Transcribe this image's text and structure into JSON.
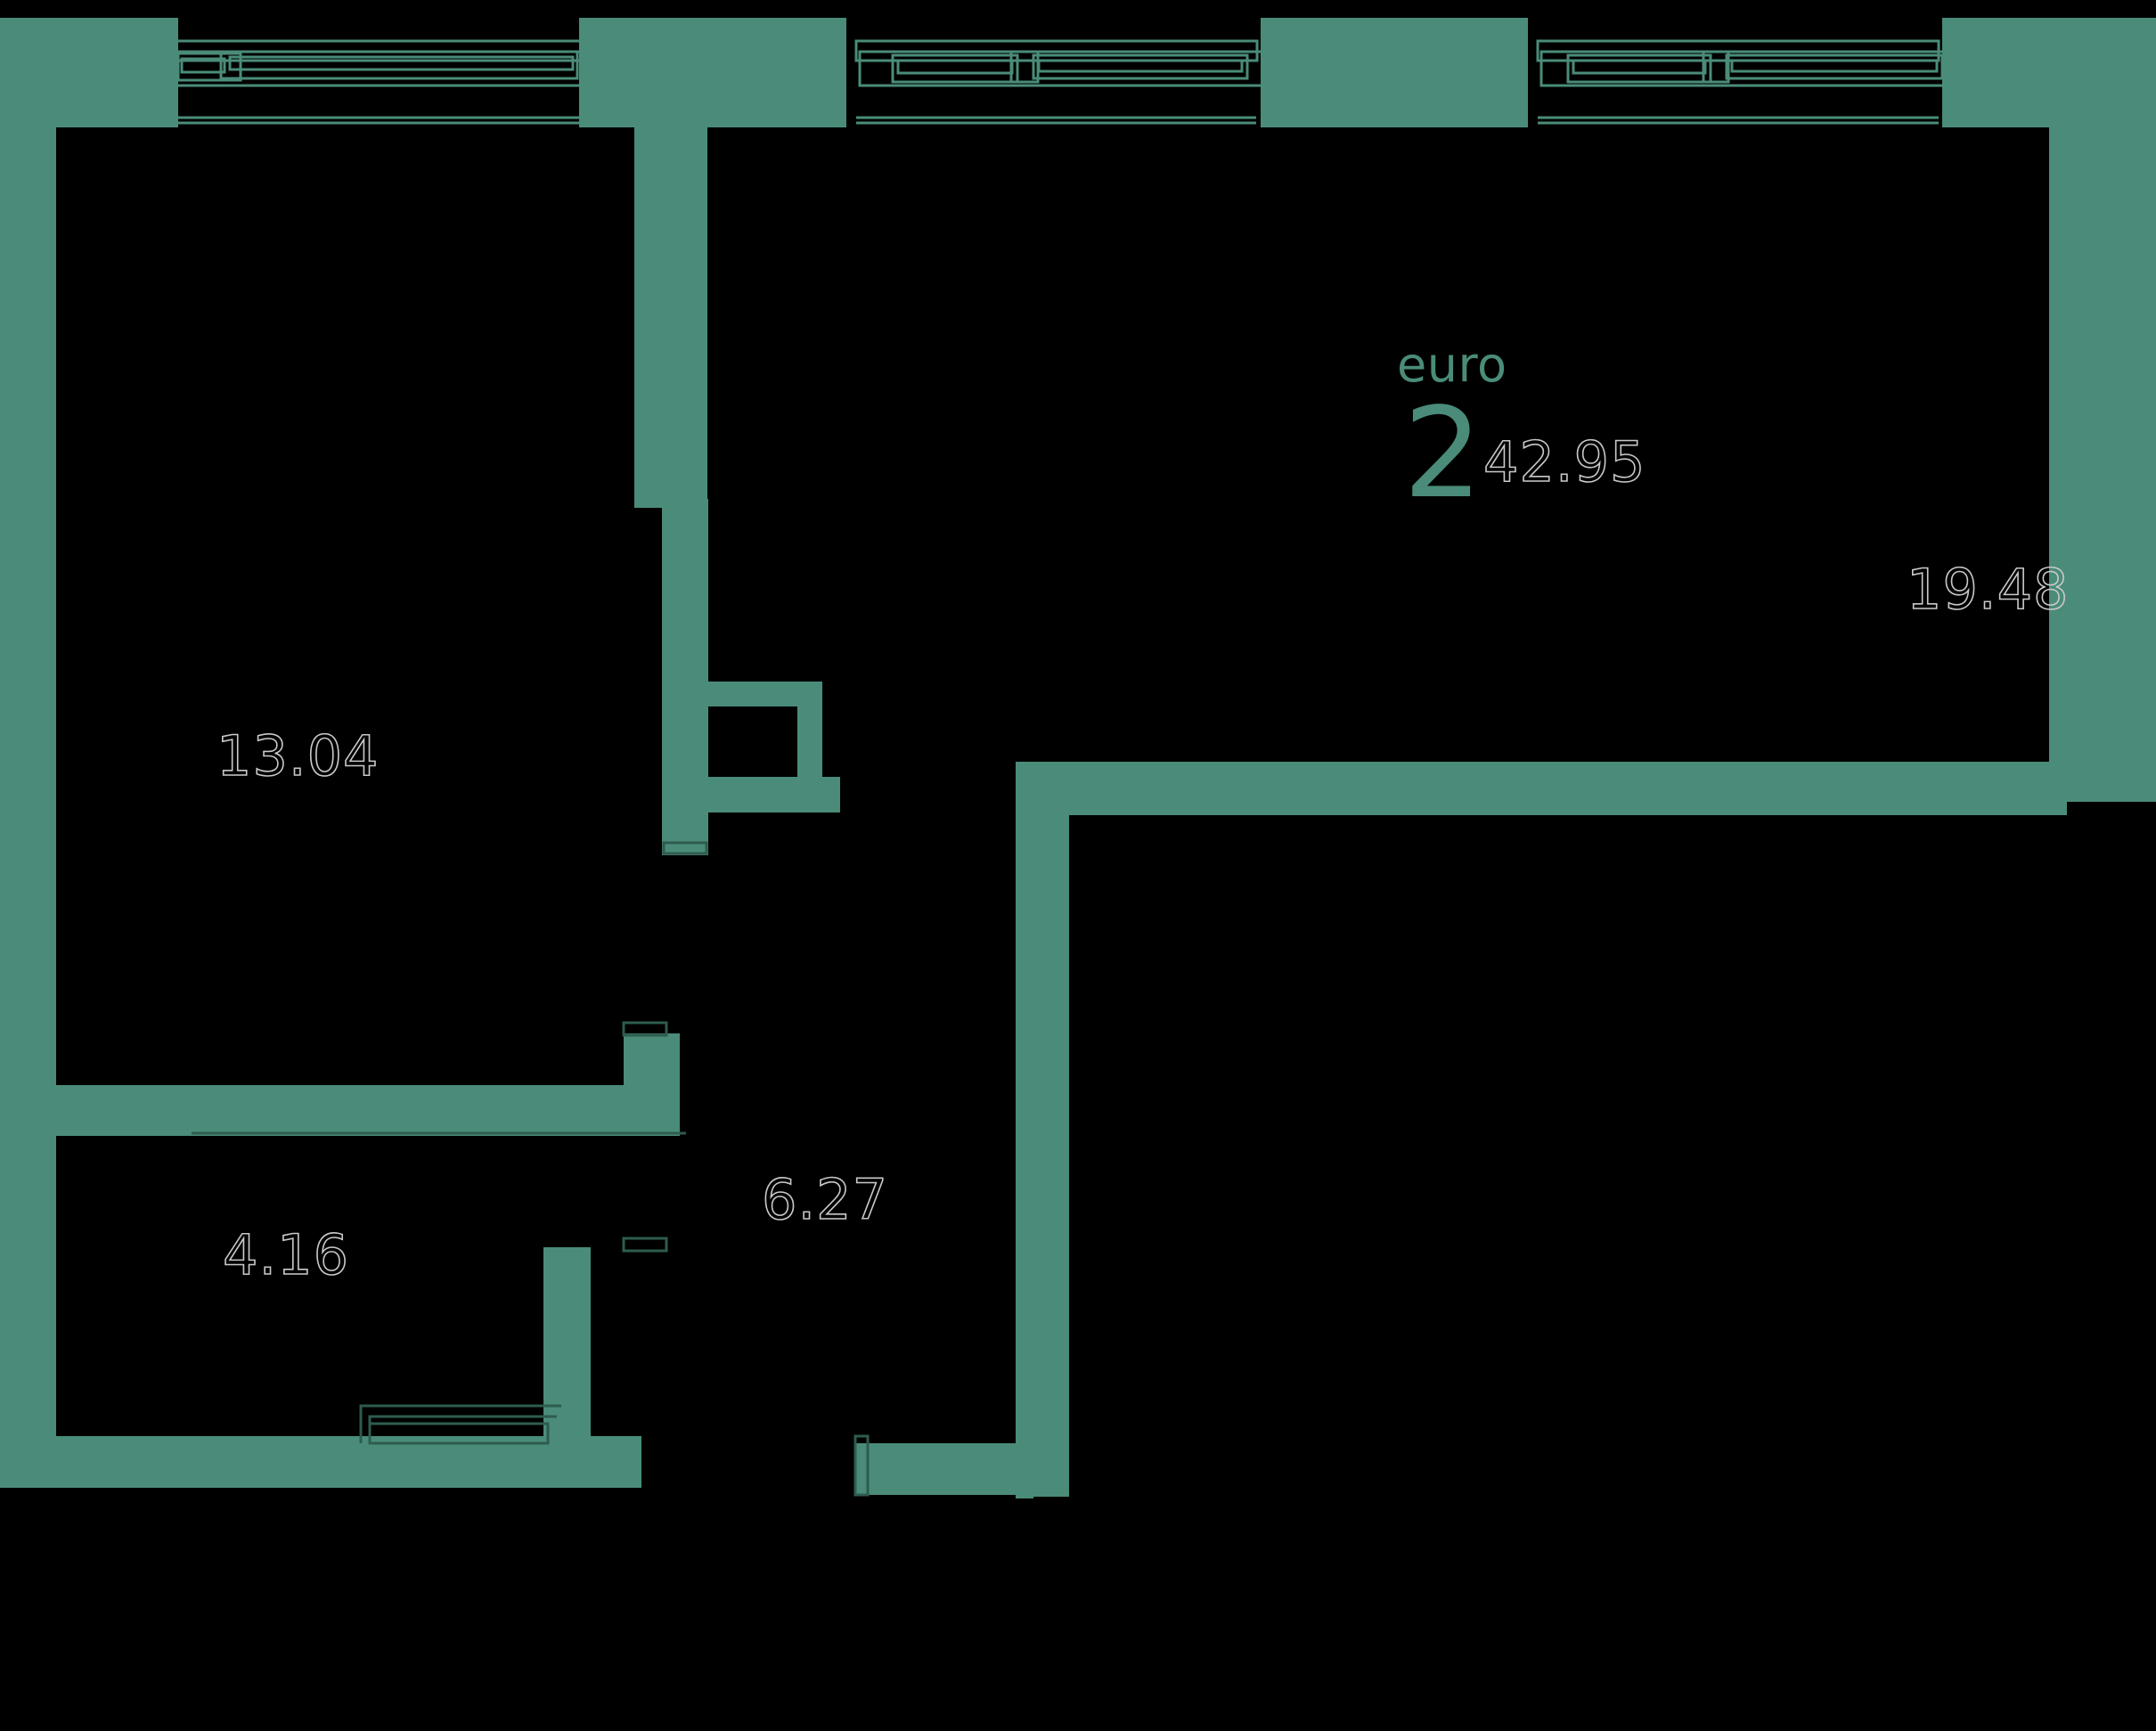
{
  "plan": {
    "type": "apartment-floor-plan",
    "background_color": "#000000",
    "wall_color": "#4a8c79",
    "label_color": "#c9c9c9",
    "accent_color": "#4a8c79"
  },
  "badge": {
    "layout_label": "euro",
    "room_count": "2",
    "total_area": "42.95"
  },
  "rooms": [
    {
      "id": "living-kitchen",
      "area_label": "19.48"
    },
    {
      "id": "bedroom",
      "area_label": "13.04"
    },
    {
      "id": "hall-corridor",
      "area_label": "6.27"
    },
    {
      "id": "bathroom",
      "area_label": "4.16"
    }
  ]
}
